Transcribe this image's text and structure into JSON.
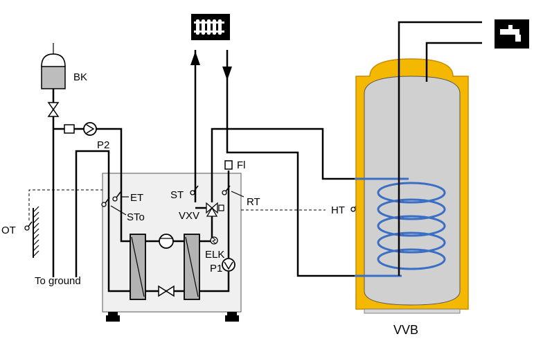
{
  "labels": {
    "bk": "BK",
    "p2": "P2",
    "et": "ET",
    "sto": "STo",
    "ot": "OT",
    "to_ground": "To ground",
    "st": "ST",
    "vxv": "VXV",
    "rt": "RT",
    "fl": "Fl",
    "elk": "ELK",
    "p1": "P1",
    "ht": "HT",
    "vvb": "VVB"
  },
  "icons": {
    "radiator": "radiator-icon",
    "tap": "tap-water-icon"
  },
  "colors": {
    "tank_jacket": "#f5b800",
    "tank_jacket_stroke": "#c88a00",
    "tank_inner": "#d0d0d0",
    "coil": "#3a6fc4",
    "unit_bg": "#f0f0f0",
    "exchanger": "#b3b3b3"
  }
}
